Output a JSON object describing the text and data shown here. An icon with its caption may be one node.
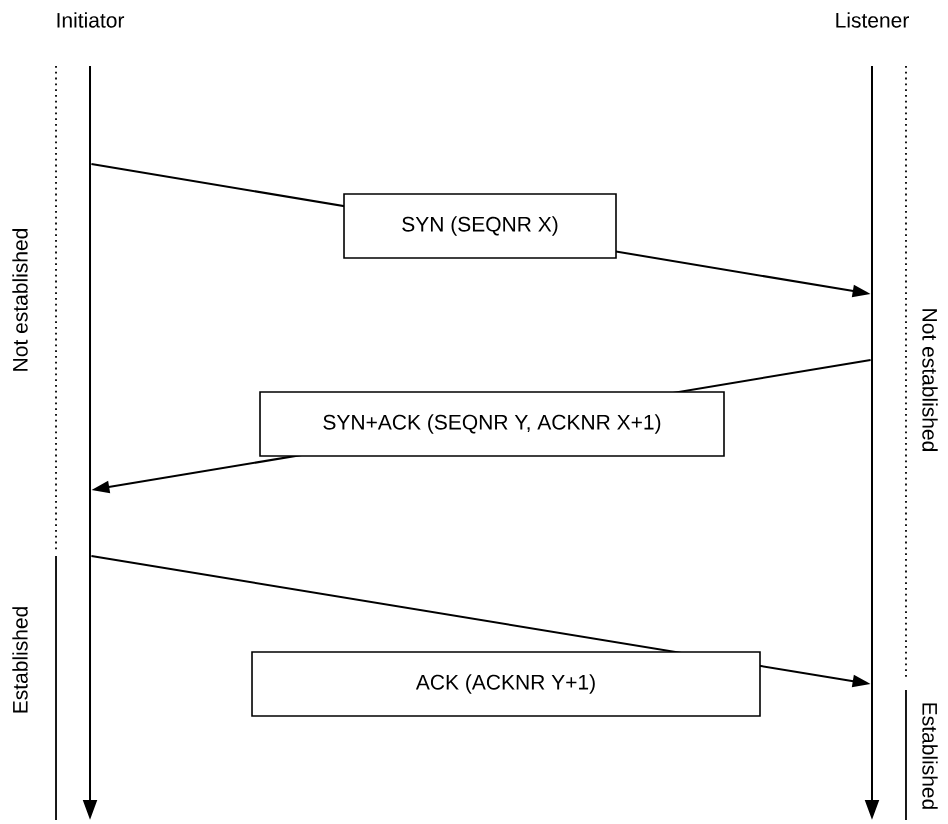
{
  "diagram": {
    "nodes": [
      {
        "text": [
          "Initiator"
        ]
      },
      {
        "text": [
          "Listener"
        ]
      }
    ],
    "edges": [
      {
        "from": 0,
        "to": 1,
        "arrow": "to",
        "label": "SYN (SEQNR X)"
      },
      {
        "from": 1,
        "to": 0,
        "arrow": "to",
        "label": "SYN+ACK (SEQNR Y, ACKNR X+1)"
      },
      {
        "from": 0,
        "to": 1,
        "arrow": "to",
        "label": "ACK (ACKNR Y+1)"
      }
    ],
    "labels": [
      "Not established",
      "Established",
      "Not established",
      "Established"
    ]
  }
}
